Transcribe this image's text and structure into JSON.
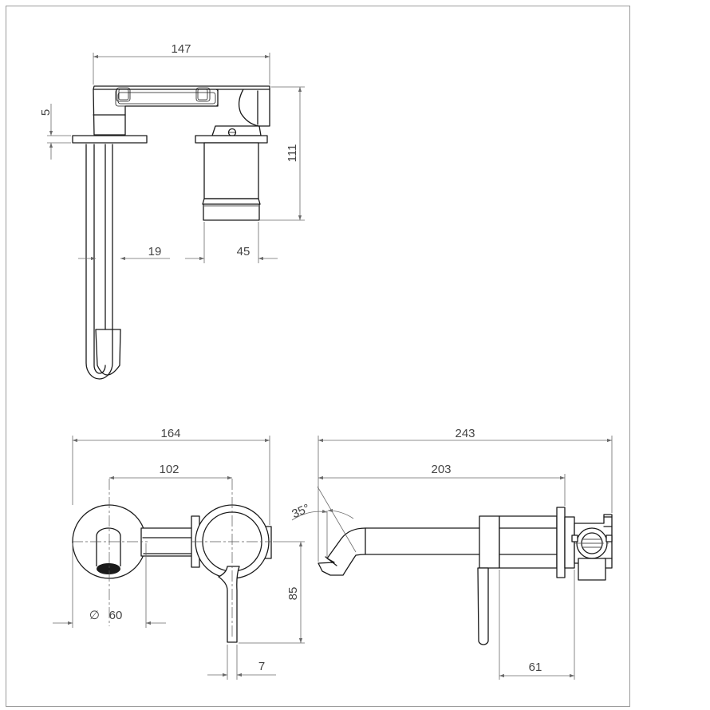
{
  "dimensions": {
    "top_width": "147",
    "top_plate_thickness": "5",
    "top_height": "111",
    "top_spout_dia": "19",
    "top_body_dia": "45",
    "front_overall_width": "164",
    "front_center_distance": "102",
    "front_plate_dia_symbol": "∅",
    "front_plate_dia": "60",
    "front_handle_drop": "85",
    "front_handle_width": "7",
    "side_overall_length": "243",
    "side_spout_reach": "203",
    "side_spout_angle": "35°",
    "side_body_depth": "61"
  }
}
